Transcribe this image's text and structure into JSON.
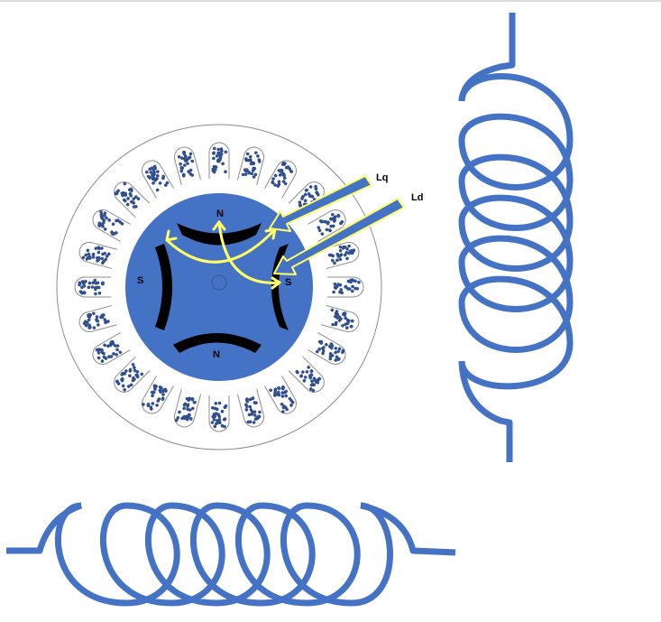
{
  "labels": {
    "pole_north_top": "N",
    "pole_north_bottom": "N",
    "pole_south_left": "S",
    "pole_south_right": "S",
    "inductance_q": "Lq",
    "inductance_d": "Ld"
  },
  "motor": {
    "slot_count": 24
  },
  "colors": {
    "rotor": "#4472c4",
    "stator_outline": "#8c8c8c",
    "winding_dots": "#2f4f8f",
    "magnet": "#000000",
    "flux_path": "#ffff66",
    "arrow_fill": "#4472c4",
    "arrow_outline": "#ffff66",
    "coil": "#4472c4"
  }
}
